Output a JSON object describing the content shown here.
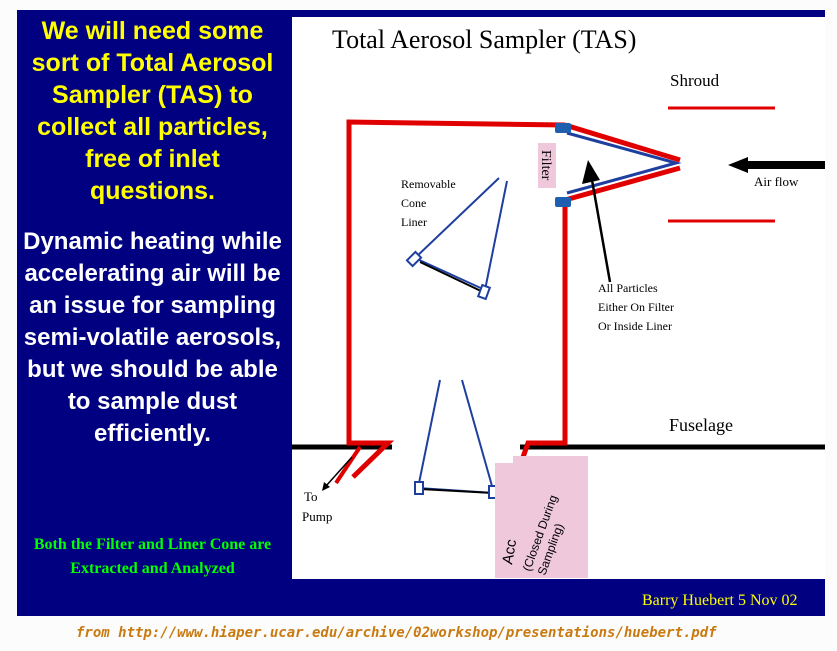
{
  "left_text": {
    "headline": "We will need some sort of Total Aerosol Sampler (TAS) to collect all particles, free of inlet questions.",
    "body": "Dynamic heating while accelerating air will be an issue for sampling semi-volatile aerosols, but we should be able to sample dust efficiently.",
    "note": "Both the Filter and Liner Cone are Extracted and Analyzed"
  },
  "diagram": {
    "title": "Total Aerosol Sampler (TAS)",
    "labels": {
      "shroud": "Shroud",
      "air_flow": "Air flow",
      "filter": "Filter",
      "cone_liner": [
        "Removable",
        "Cone",
        "Liner"
      ],
      "all_particles": [
        "All Particles",
        "Either On Filter",
        "Or Inside Liner"
      ],
      "fuselage": "Fuselage",
      "pump": [
        "To",
        "Pump"
      ],
      "access": "Acc",
      "closed": [
        "(Closed During",
        "Sampling)"
      ]
    },
    "colors": {
      "inlet": "#e00000",
      "cone": "#1f3fa0",
      "slide": "#000080"
    }
  },
  "footer": {
    "credit": "Barry Huebert 5 Nov 02",
    "source": "from http://www.hiaper.ucar.edu/archive/02workshop/presentations/huebert.pdf"
  }
}
